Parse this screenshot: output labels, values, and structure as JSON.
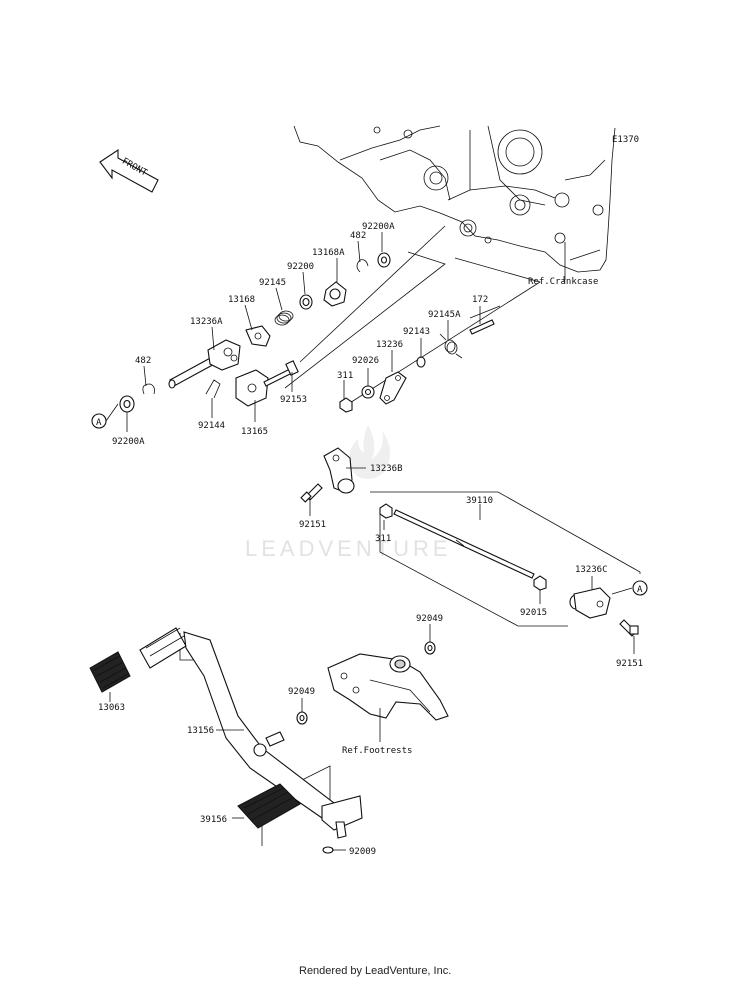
{
  "diagram_code": "E1370",
  "front_label": "FRONT",
  "references": {
    "crankcase": "Ref.Crankcase",
    "footrests": "Ref.Footrests"
  },
  "part_numbers": {
    "p92200a_top": "92200A",
    "p482_top": "482",
    "p13168a": "13168A",
    "p92200": "92200",
    "p92145": "92145",
    "p13168": "13168",
    "p13236a": "13236A",
    "p482_left": "482",
    "p92200a_left": "92200A",
    "p92144": "92144",
    "p13165": "13165",
    "p92153": "92153",
    "p311_top": "311",
    "p92026": "92026",
    "p13236": "13236",
    "p92143": "92143",
    "p92145a": "92145A",
    "p172": "172",
    "p13236b": "13236B",
    "p92151_left": "92151",
    "p311_mid": "311",
    "p39110": "39110",
    "p92015": "92015",
    "p13236c": "13236C",
    "p92151_right": "92151",
    "p92049_top": "92049",
    "p92049_mid": "92049",
    "p13063": "13063",
    "p13156": "13156",
    "p39156": "39156",
    "p92009": "92009"
  },
  "callouts": {
    "a_left": "A",
    "a_right": "A"
  },
  "watermark": "LEADVENTURE",
  "footer": "Rendered by LeadVenture, Inc."
}
